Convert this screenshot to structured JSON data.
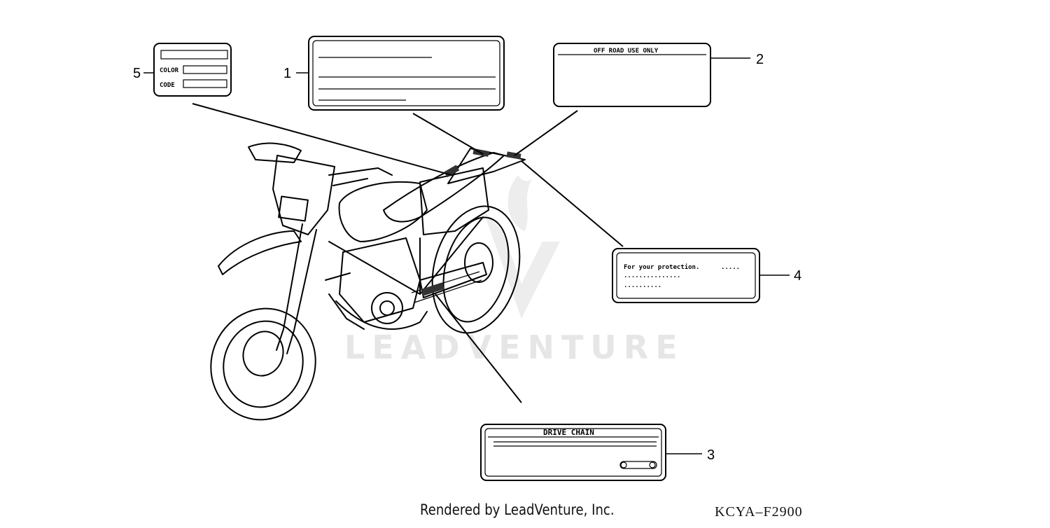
{
  "diagram": {
    "watermark": "LEADVENTURE",
    "footer": {
      "rendered_by": "Rendered by LeadVenture, Inc.",
      "diagram_code": "KCYA–F2900"
    },
    "callouts": [
      {
        "number": "1",
        "label_text": ""
      },
      {
        "number": "2",
        "label_text": "OFF ROAD USE ONLY"
      },
      {
        "number": "3",
        "label_text": "DRIVE CHAIN"
      },
      {
        "number": "4",
        "label_text": "For your protection.",
        "dots_line_1": ".....",
        "dots_line_2": "...............",
        "dots_line_3": ".........."
      },
      {
        "number": "5",
        "field_1": "COLOR",
        "field_2": "CODE"
      }
    ]
  }
}
